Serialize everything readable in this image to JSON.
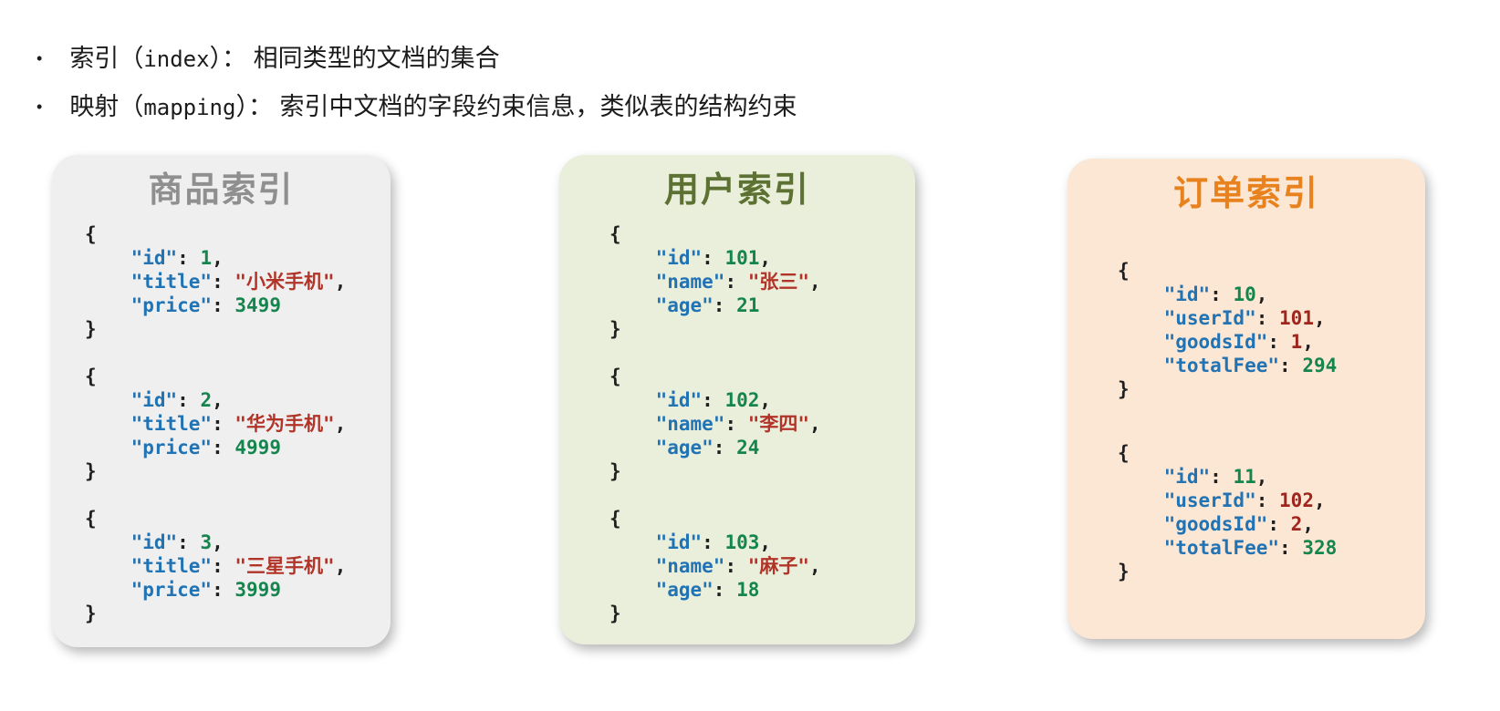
{
  "bullets": [
    {
      "term": "索引",
      "paren_open": "（",
      "latin": "index",
      "paren_close": "）",
      "colon": "： ",
      "desc": "相同类型的文档的集合"
    },
    {
      "term": "映射",
      "paren_open": "（",
      "latin": "mapping",
      "paren_close": "）",
      "colon": "： ",
      "desc": "索引中文档的字段约束信息，类似表的结构约束"
    }
  ],
  "code_colors": {
    "key": "#2173B4",
    "number": "#15854E",
    "string": "#B23428",
    "ref": "#A0251C",
    "punct": "#1F1F1F"
  },
  "cards": [
    {
      "id": "goods-index",
      "title": "商品索引",
      "title_color": "#8F8F8F",
      "background": "#EFEFEF",
      "objects": [
        [
          {
            "key": "id",
            "value": "1",
            "type": "number"
          },
          {
            "key": "title",
            "value": "小米手机",
            "type": "string"
          },
          {
            "key": "price",
            "value": "3499",
            "type": "number"
          }
        ],
        [
          {
            "key": "id",
            "value": "2",
            "type": "number"
          },
          {
            "key": "title",
            "value": "华为手机",
            "type": "string"
          },
          {
            "key": "price",
            "value": "4999",
            "type": "number"
          }
        ],
        [
          {
            "key": "id",
            "value": "3",
            "type": "number"
          },
          {
            "key": "title",
            "value": "三星手机",
            "type": "string"
          },
          {
            "key": "price",
            "value": "3999",
            "type": "number"
          }
        ]
      ]
    },
    {
      "id": "user-index",
      "title": "用户索引",
      "title_color": "#5D7232",
      "background": "#EAEFDC",
      "objects": [
        [
          {
            "key": "id",
            "value": "101",
            "type": "number"
          },
          {
            "key": "name",
            "value": "张三",
            "type": "string"
          },
          {
            "key": "age",
            "value": "21",
            "type": "number"
          }
        ],
        [
          {
            "key": "id",
            "value": "102",
            "type": "number"
          },
          {
            "key": "name",
            "value": "李四",
            "type": "string"
          },
          {
            "key": "age",
            "value": "24",
            "type": "number"
          }
        ],
        [
          {
            "key": "id",
            "value": "103",
            "type": "number"
          },
          {
            "key": "name",
            "value": "麻子",
            "type": "string"
          },
          {
            "key": "age",
            "value": "18",
            "type": "number"
          }
        ]
      ]
    },
    {
      "id": "order-index",
      "title": "订单索引",
      "title_color": "#E8821E",
      "background": "#FBE7D4",
      "objects": [
        [
          {
            "key": "id",
            "value": "10",
            "type": "number"
          },
          {
            "key": "userId",
            "value": "101",
            "type": "ref"
          },
          {
            "key": "goodsId",
            "value": "1",
            "type": "ref"
          },
          {
            "key": "totalFee",
            "value": "294",
            "type": "number"
          }
        ],
        [
          {
            "key": "id",
            "value": "11",
            "type": "number"
          },
          {
            "key": "userId",
            "value": "102",
            "type": "ref"
          },
          {
            "key": "goodsId",
            "value": "2",
            "type": "ref"
          },
          {
            "key": "totalFee",
            "value": "328",
            "type": "number"
          }
        ]
      ]
    }
  ]
}
